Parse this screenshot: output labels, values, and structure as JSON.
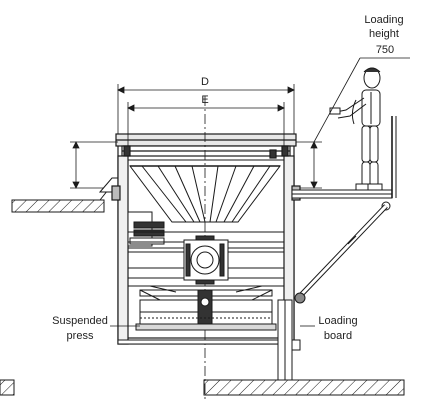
{
  "labels": {
    "loading_height_line1": "Loading",
    "loading_height_line2": "height",
    "loading_height_value": "750",
    "dim_d": "D",
    "dim_e": "E",
    "suspended_press_line1": "Suspended",
    "suspended_press_line2": "press",
    "loading_board_line1": "Loading",
    "loading_board_line2": "board"
  },
  "colors": {
    "stroke": "#1a1a1a",
    "fill_dark": "#333333",
    "fill_light": "#d9d9d9",
    "background": "#ffffff"
  }
}
